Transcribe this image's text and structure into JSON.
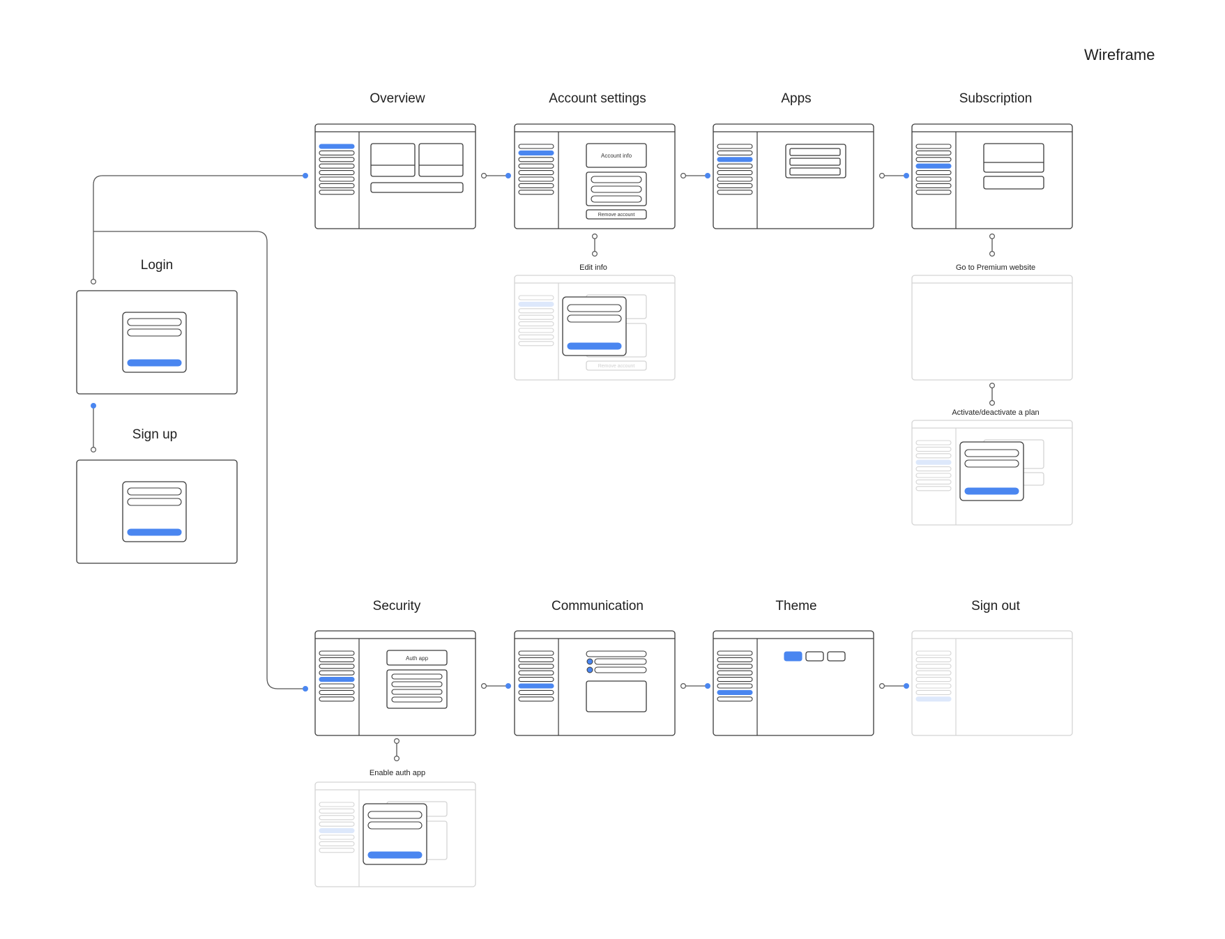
{
  "title": "Wireframe",
  "screens": {
    "overview": "Overview",
    "account_settings": "Account settings",
    "apps": "Apps",
    "subscription": "Subscription",
    "login": "Login",
    "sign_up": "Sign up",
    "security": "Security",
    "communication": "Communication",
    "theme": "Theme",
    "sign_out": "Sign out"
  },
  "transitions": {
    "edit_info": "Edit info",
    "go_to_premium": "Go to Premium website",
    "activate_plan": "Activate/deactivate a plan",
    "enable_auth_app": "Enable auth app"
  },
  "inner_labels": {
    "account_info": "Account info",
    "remove_account": "Remove account",
    "auth_app": "Auth app"
  },
  "colors": {
    "accent": "#4a86f0",
    "accent_faint": "#dde8fb",
    "stroke": "#3a3a3a",
    "stroke_faint": "#d4d4d4",
    "connector": "#555555"
  }
}
